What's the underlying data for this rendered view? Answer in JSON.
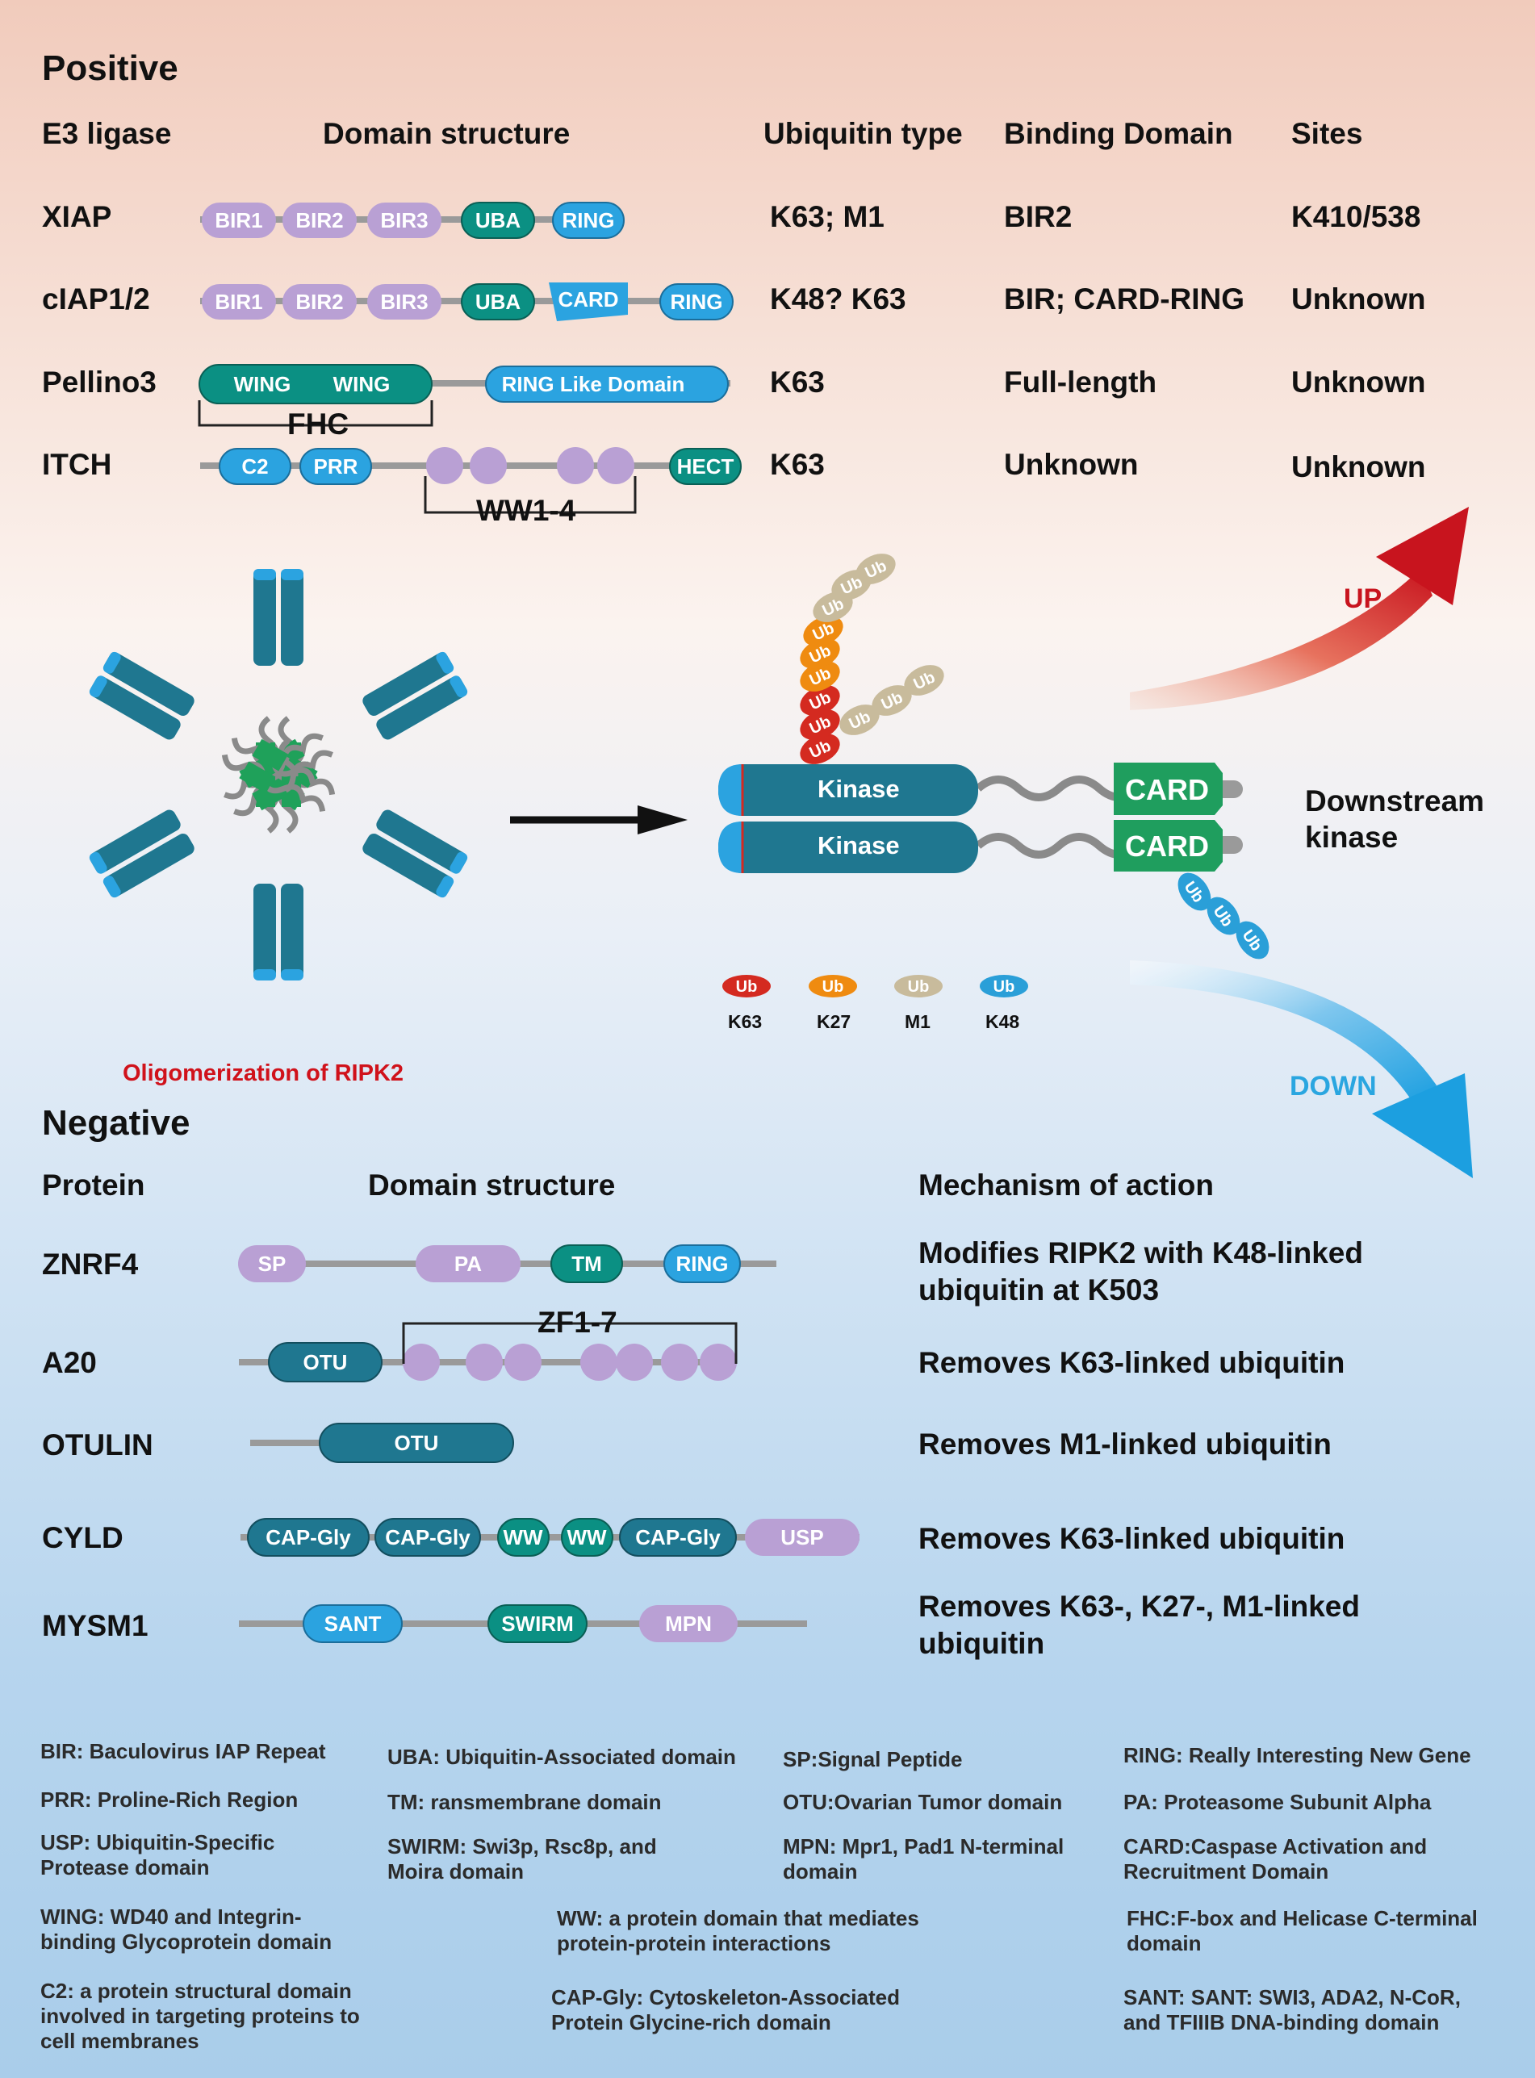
{
  "positive": {
    "title": "Positive",
    "headers": {
      "ligase": "E3 ligase",
      "domain": "Domain structure",
      "ub_type": "Ubiquitin type",
      "binding": "Binding Domain",
      "sites": "Sites"
    },
    "rows": [
      {
        "name": "XIAP",
        "domains": [
          "BIR1",
          "BIR2",
          "BIR3",
          "UBA",
          "RING"
        ],
        "ub_type": "K63; M1",
        "binding": "BIR2",
        "sites": "K410/538"
      },
      {
        "name": "cIAP1/2",
        "domains": [
          "BIR1",
          "BIR2",
          "BIR3",
          "UBA",
          "CARD",
          "RING"
        ],
        "ub_type": "K48? K63",
        "binding": "BIR; CARD-RING",
        "sites": "Unknown"
      },
      {
        "name": "Pellino3",
        "domains": [
          "WING",
          "WING",
          "RING Like Domain"
        ],
        "bracket": "FHC",
        "ub_type": "K63",
        "binding": "Full-length",
        "sites": "Unknown"
      },
      {
        "name": "ITCH",
        "domains": [
          "C2",
          "PRR",
          "HECT"
        ],
        "bracket": "WW1-4",
        "ub_type": "K63",
        "binding": "Unknown",
        "sites": "Unknown"
      }
    ]
  },
  "center": {
    "oligomer_caption": "Oligomerization of RIPK2",
    "kinase_label": "Kinase",
    "card_label": "CARD",
    "downstream": "Downstream kinase",
    "ub_label": "Ub",
    "up": "UP",
    "down": "DOWN",
    "ub_legend": [
      {
        "name": "K63",
        "color": "#d42a20"
      },
      {
        "name": "K27",
        "color": "#ef8b10"
      },
      {
        "name": "M1",
        "color": "#c8bb9c"
      },
      {
        "name": "K48",
        "color": "#2a9fd8"
      }
    ]
  },
  "negative": {
    "title": "Negative",
    "headers": {
      "protein": "Protein",
      "domain": "Domain structure",
      "mechanism": "Mechanism of action"
    },
    "rows": [
      {
        "name": "ZNRF4",
        "domains": [
          "SP",
          "PA",
          "TM",
          "RING"
        ],
        "mechanism": "Modifies RIPK2 with K48-linked ubiquitin at K503"
      },
      {
        "name": "A20",
        "domains": [
          "OTU"
        ],
        "bracket": "ZF1-7",
        "mechanism": "Removes K63-linked ubiquitin"
      },
      {
        "name": "OTULIN",
        "domains": [
          "OTU"
        ],
        "mechanism": "Removes M1-linked ubiquitin"
      },
      {
        "name": "CYLD",
        "domains": [
          "CAP-Gly",
          "CAP-Gly",
          "WW",
          "WW",
          "CAP-Gly",
          "USP"
        ],
        "mechanism": "Removes K63-linked ubiquitin"
      },
      {
        "name": "MYSM1",
        "domains": [
          "SANT",
          "SWIRM",
          "MPN"
        ],
        "mechanism": "Removes K63-, K27-, M1-linked ubiquitin"
      }
    ]
  },
  "legend": [
    "BIR: Baculovirus IAP Repeat",
    "UBA: Ubiquitin-Associated domain",
    "SP:Signal Peptide",
    "RING: Really Interesting New Gene",
    "PRR: Proline-Rich Region",
    "TM: ransmembrane domain",
    "OTU:Ovarian Tumor domain",
    "PA: Proteasome Subunit Alpha",
    "USP: Ubiquitin-Specific Protease domain",
    "SWIRM: Swi3p, Rsc8p, and Moira domain",
    "MPN: Mpr1, Pad1 N-terminal domain",
    "CARD:Caspase Activation and Recruitment Domain",
    "WING: WD40 and Integrin-binding Glycoprotein domain",
    "WW: a protein domain that mediates protein-protein interactions",
    "FHC:F-box and Helicase C-terminal domain",
    "C2: a protein structural domain involved in targeting proteins to cell membranes",
    "CAP-Gly: Cytoskeleton-Associated Protein Glycine-rich domain",
    "SANT: SANT: SWI3, ADA2, N-CoR, and TFIIIB DNA-binding domain"
  ],
  "colors": {
    "purple": "#b9a0d4",
    "teal": "#0b9083",
    "blue": "#2ba3e0",
    "kinase": "#1f7790",
    "card": "#1f9e5e",
    "up_red": "#c8141e",
    "down_blue": "#2aa6e0",
    "caption_red": "#d0121b"
  }
}
